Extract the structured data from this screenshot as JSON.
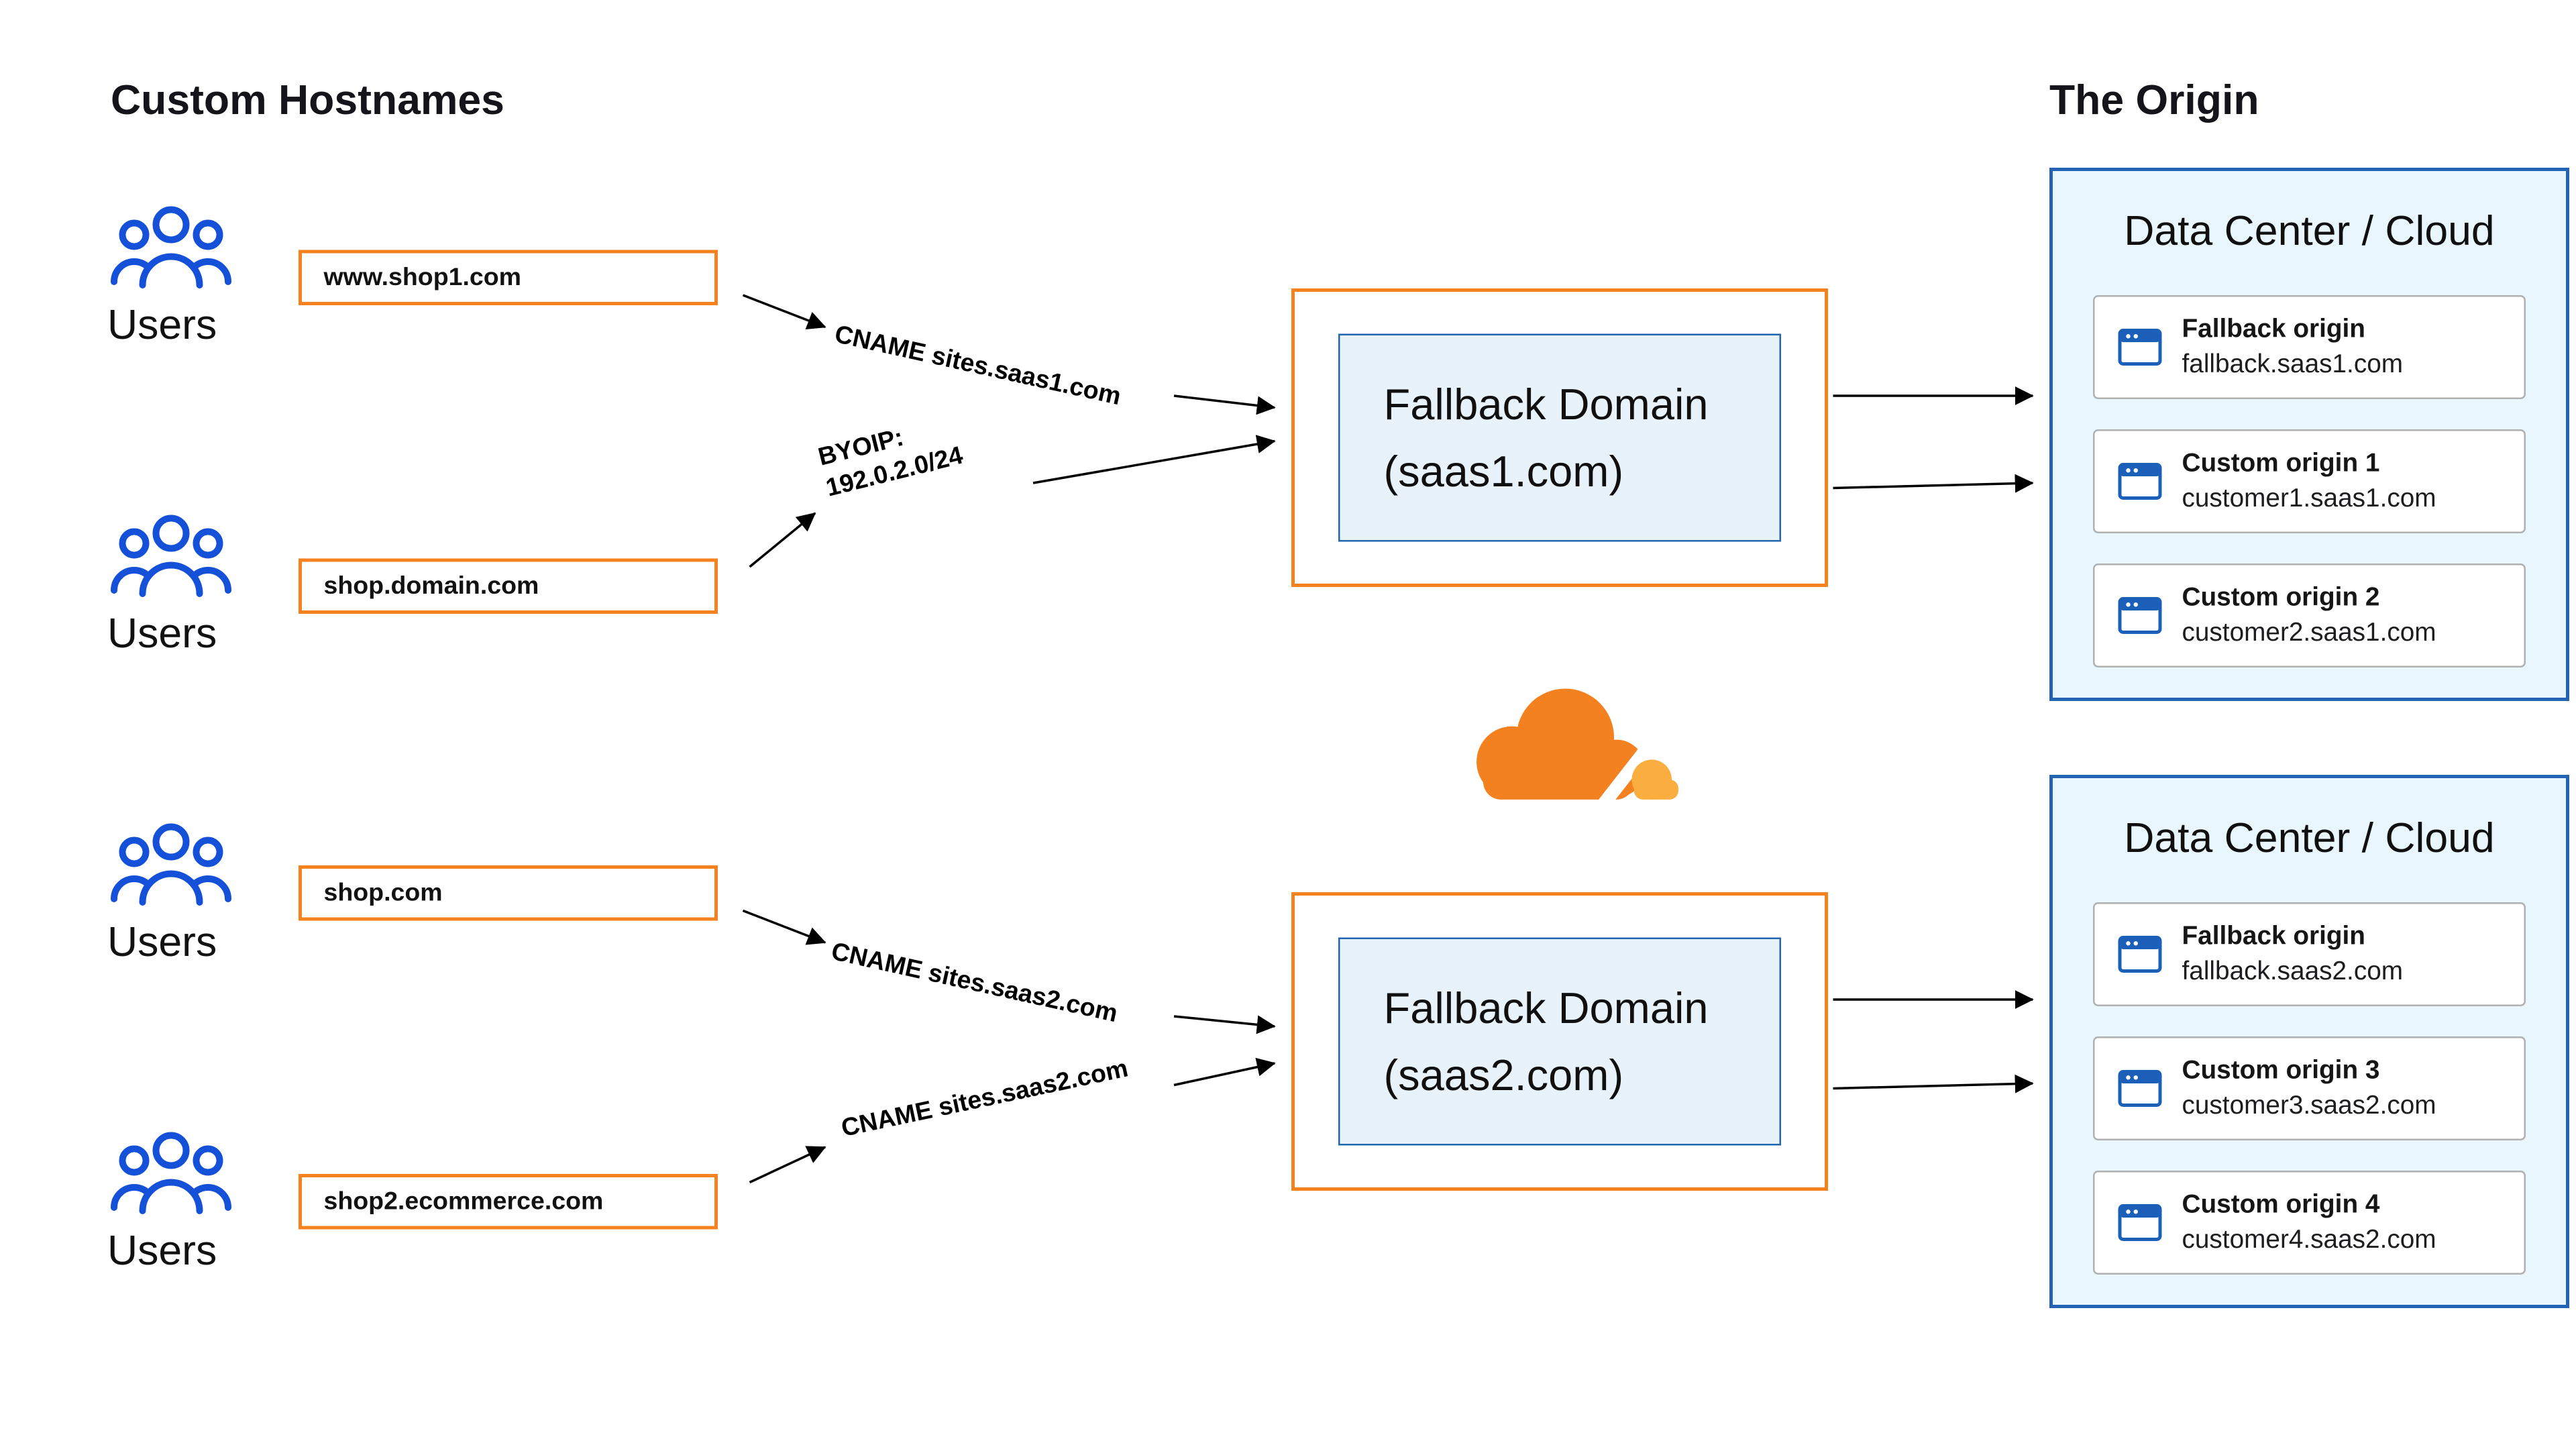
{
  "titles": {
    "left": "Custom Hostnames",
    "right": "The Origin"
  },
  "users": [
    {
      "label": "Users"
    },
    {
      "label": "Users"
    },
    {
      "label": "Users"
    },
    {
      "label": "Users"
    }
  ],
  "hostnames": [
    "www.shop1.com",
    "shop.domain.com",
    "shop.com",
    "shop2.ecommerce.com"
  ],
  "edges": [
    {
      "label": "CNAME sites.saas1.com"
    },
    {
      "label": "BYOIP:\n192.0.2.0/24"
    },
    {
      "label": "CNAME sites.saas2.com"
    },
    {
      "label": "CNAME sites.saas2.com"
    }
  ],
  "fallbacks": [
    {
      "line1": "Fallback Domain",
      "line2": "(saas1.com)"
    },
    {
      "line1": "Fallback Domain",
      "line2": "(saas2.com)"
    }
  ],
  "datacenters": [
    {
      "title": "Data Center / Cloud",
      "origins": [
        {
          "name": "Fallback origin",
          "host": "fallback.saas1.com"
        },
        {
          "name": "Custom origin 1",
          "host": "customer1.saas1.com"
        },
        {
          "name": "Custom origin 2",
          "host": "customer2.saas1.com"
        }
      ]
    },
    {
      "title": "Data Center / Cloud",
      "origins": [
        {
          "name": "Fallback origin",
          "host": "fallback.saas2.com"
        },
        {
          "name": "Custom origin 3",
          "host": "customer3.saas2.com"
        },
        {
          "name": "Custom origin 4",
          "host": "customer4.saas2.com"
        }
      ]
    }
  ],
  "colors": {
    "orange": "#f6821f",
    "blue": "#1450d8",
    "inner-border": "#2166b0",
    "inner-bg": "#e7f2fb",
    "dc-border": "#2263b3",
    "dc-bg": "#e9f6fd"
  }
}
